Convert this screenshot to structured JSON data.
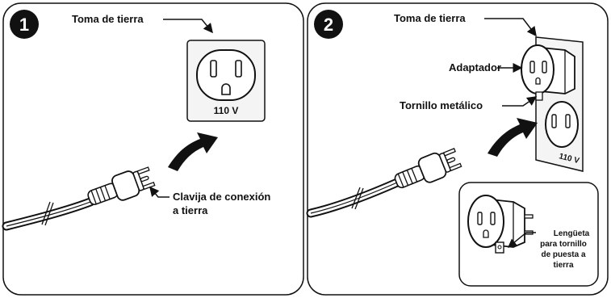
{
  "panels": [
    {
      "step_number": "1",
      "outlet_label": "Toma de tierra",
      "voltage": "110 V",
      "plug_label_line1": "Clavija de conexión",
      "plug_label_line2": "a tierra"
    },
    {
      "step_number": "2",
      "outlet_label": "Toma de tierra",
      "adapter_label": "Adaptador",
      "screw_label": "Tornillo metálico",
      "voltage": "110 V",
      "tab_label_line1": "Lengüeta",
      "tab_label_line2": "para tornillo",
      "tab_label_line3": "de puesta a",
      "tab_label_line4": "tierra"
    }
  ],
  "colors": {
    "line": "#111111",
    "plate": "#f4f4f4",
    "panel_bg": "#ffffff"
  }
}
